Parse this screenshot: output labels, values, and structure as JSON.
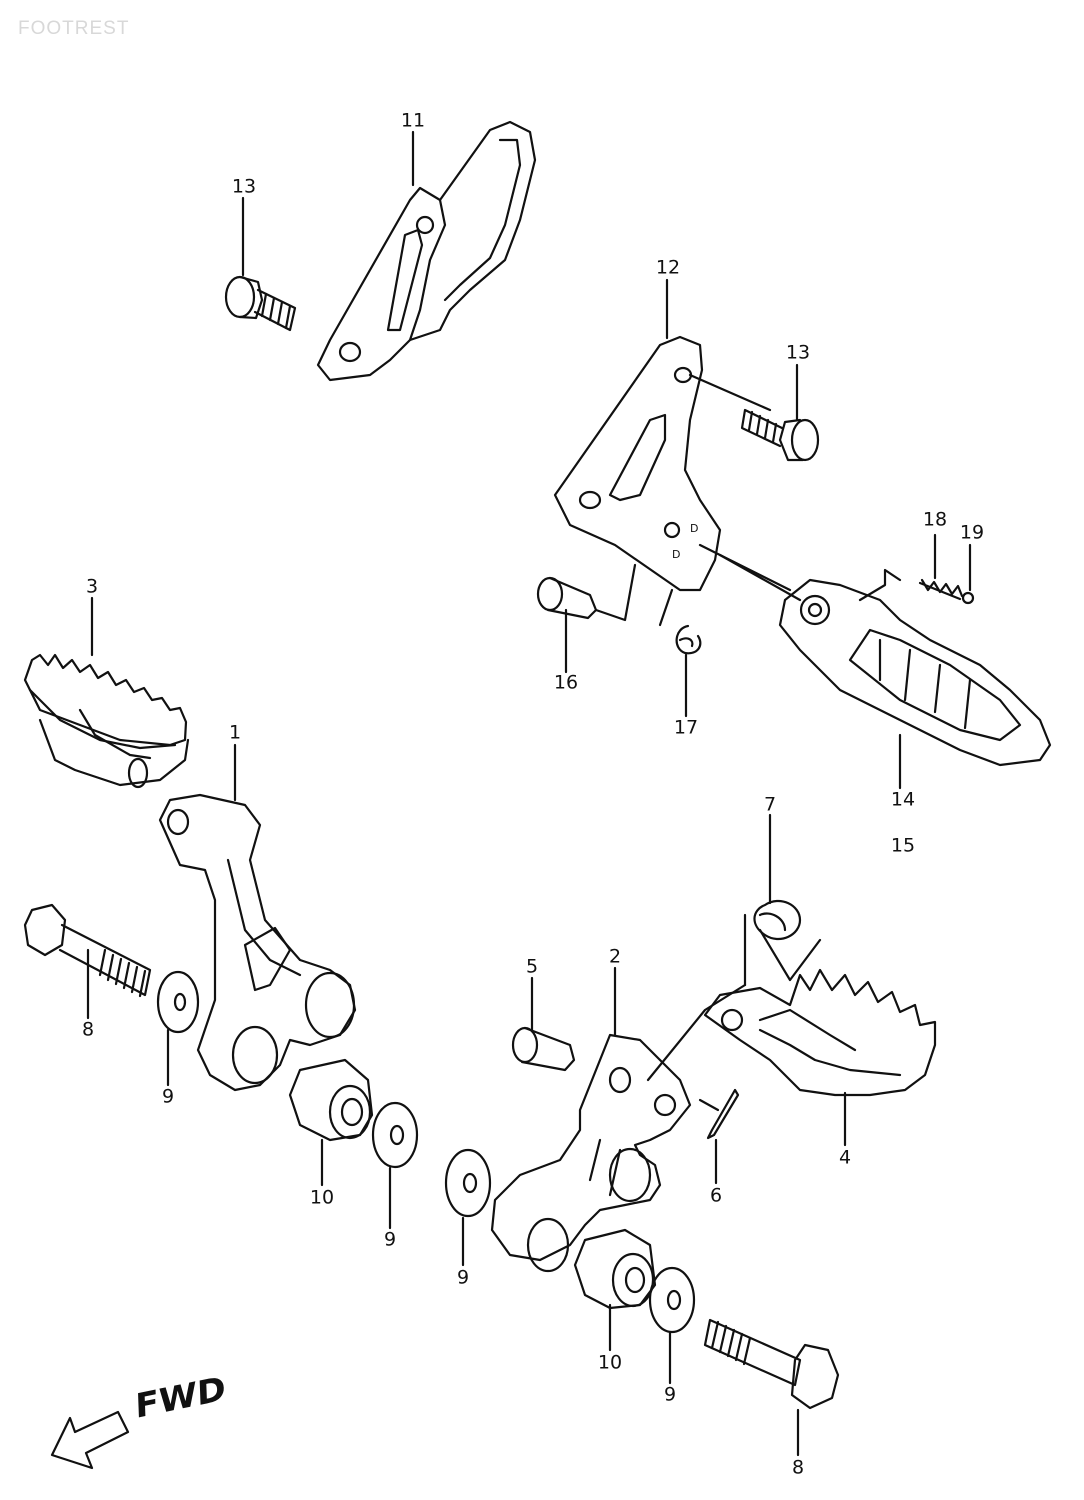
{
  "watermark": "FOOTREST",
  "direction_label": "FWD",
  "callouts": [
    {
      "id": "c11",
      "text": "11"
    },
    {
      "id": "c13a",
      "text": "13"
    },
    {
      "id": "c12",
      "text": "12"
    },
    {
      "id": "c13b",
      "text": "13"
    },
    {
      "id": "c18",
      "text": "18"
    },
    {
      "id": "c19",
      "text": "19"
    },
    {
      "id": "c16",
      "text": "16"
    },
    {
      "id": "c17",
      "text": "17"
    },
    {
      "id": "c14",
      "text": "14"
    },
    {
      "id": "c15",
      "text": "15"
    },
    {
      "id": "c3",
      "text": "3"
    },
    {
      "id": "c1",
      "text": "1"
    },
    {
      "id": "c8a",
      "text": "8"
    },
    {
      "id": "c9a",
      "text": "9"
    },
    {
      "id": "c10a",
      "text": "10"
    },
    {
      "id": "c9b",
      "text": "9"
    },
    {
      "id": "c7",
      "text": "7"
    },
    {
      "id": "c5",
      "text": "5"
    },
    {
      "id": "c2",
      "text": "2"
    },
    {
      "id": "c6",
      "text": "6"
    },
    {
      "id": "c4",
      "text": "4"
    },
    {
      "id": "c9c",
      "text": "9"
    },
    {
      "id": "c10b",
      "text": "10"
    },
    {
      "id": "c9d",
      "text": "9"
    },
    {
      "id": "c8b",
      "text": "8"
    }
  ]
}
